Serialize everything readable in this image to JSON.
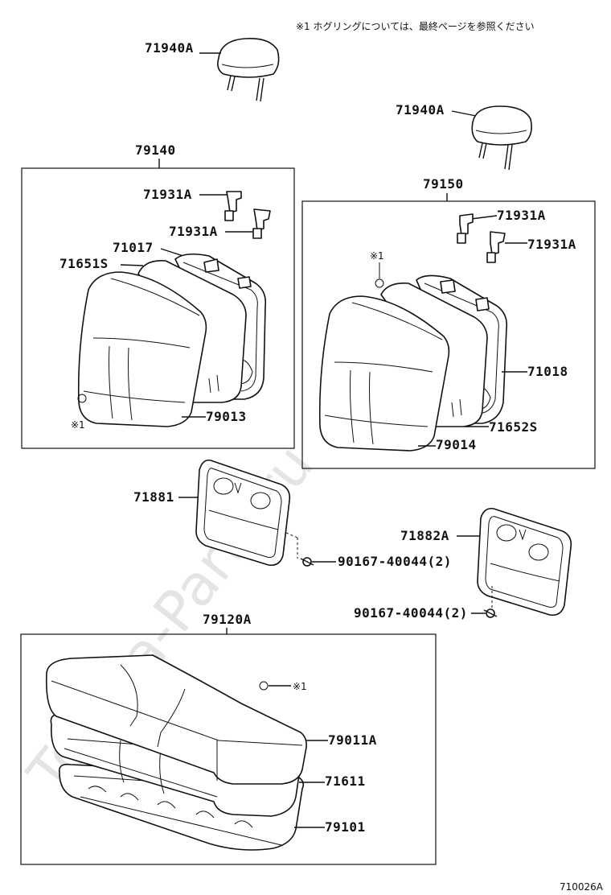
{
  "note_text": "※1 ホグリングについては、最終ページを参照ください",
  "watermark": "Toyota-Parts.ru",
  "figure_id": "710026A",
  "labels": {
    "headrest_left": "71940A",
    "headrest_right": "71940A",
    "assy_left": "79140",
    "assy_right": "79150",
    "support_l1": "71931A",
    "support_l2": "71931A",
    "support_r1": "71931A",
    "support_r2": "71931A",
    "frame_left": "71017",
    "spring_left": "71651S",
    "cover_left": "79013",
    "frame_right": "71018",
    "spring_right": "71652S",
    "cover_right": "79014",
    "hinge_left": "71881",
    "hinge_right": "71882A",
    "bolt_left": "90167-40044(2)",
    "bolt_right": "90167-40044(2)",
    "cushion_assy": "79120A",
    "cushion_cover": "79011A",
    "cushion_pad": "71611",
    "cushion_frame": "79101",
    "ref_l": "※1",
    "ref_r": "※1",
    "ref_c": "※1"
  }
}
